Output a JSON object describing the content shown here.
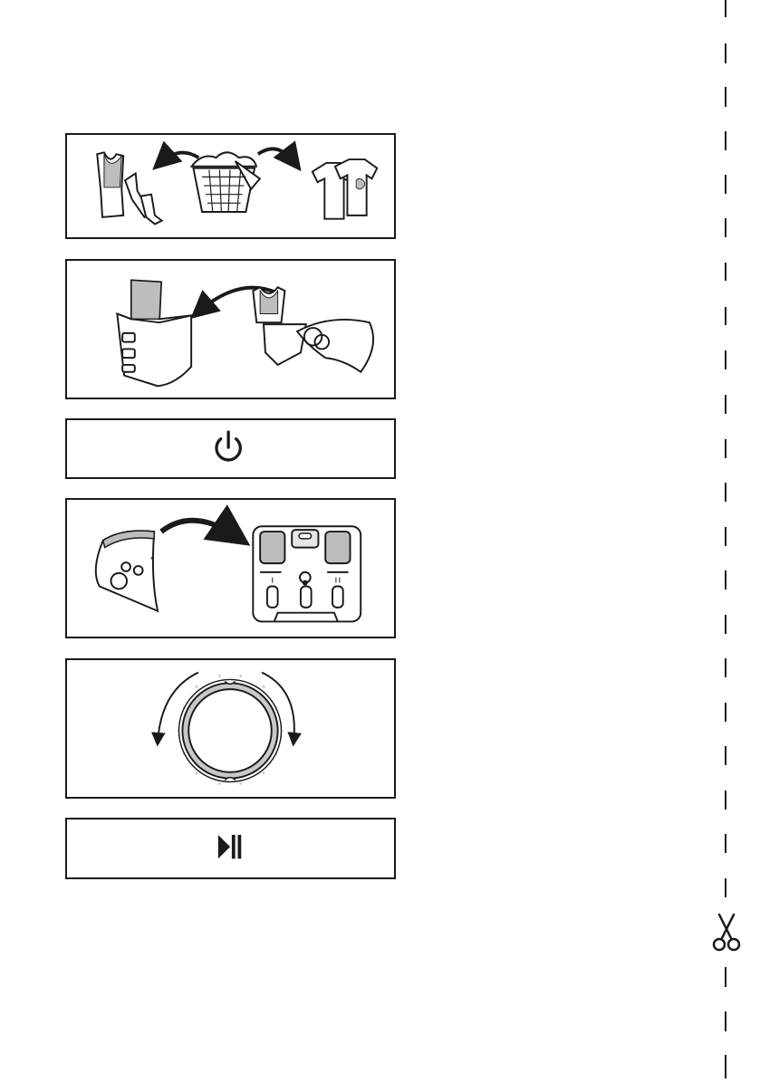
{
  "document": {
    "steps": [
      {
        "id": 1,
        "icon": "sort-laundry-icon"
      },
      {
        "id": 2,
        "icon": "load-laundry-icon"
      },
      {
        "id": 3,
        "icon": "power-icon"
      },
      {
        "id": 4,
        "icon": "detergent-drawer-icon"
      },
      {
        "id": 5,
        "icon": "program-dial-icon"
      },
      {
        "id": 6,
        "icon": "start-pause-icon"
      }
    ],
    "cut_line": {
      "icon": "scissors-icon",
      "style": "dashed"
    },
    "colors": {
      "line": "#1a1a1a",
      "fill_light": "#e6e6e6",
      "fill_mid": "#bdbdbd",
      "background": "#ffffff"
    }
  }
}
